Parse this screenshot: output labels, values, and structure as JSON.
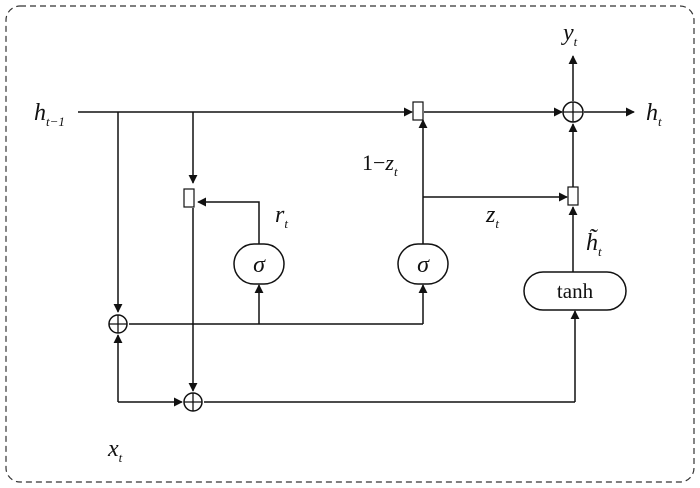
{
  "diagram": {
    "inputs": {
      "h_prev": {
        "base": "h",
        "sub": "t−1"
      },
      "x": {
        "base": "x",
        "sub": "t"
      }
    },
    "outputs": {
      "y": {
        "base": "y",
        "sub": "t"
      },
      "h": {
        "base": "h",
        "sub": "t"
      }
    },
    "gates": {
      "reset_sigma": "σ",
      "update_sigma": "σ",
      "candidate": "tanh"
    },
    "labels": {
      "r": {
        "base": "r",
        "sub": "t"
      },
      "z": {
        "base": "z",
        "sub": "t"
      },
      "one_minus_z": {
        "prefix": "1−",
        "base": "z",
        "sub": "t"
      },
      "h_tilde": {
        "base": "h̃",
        "sub": "t"
      }
    }
  }
}
